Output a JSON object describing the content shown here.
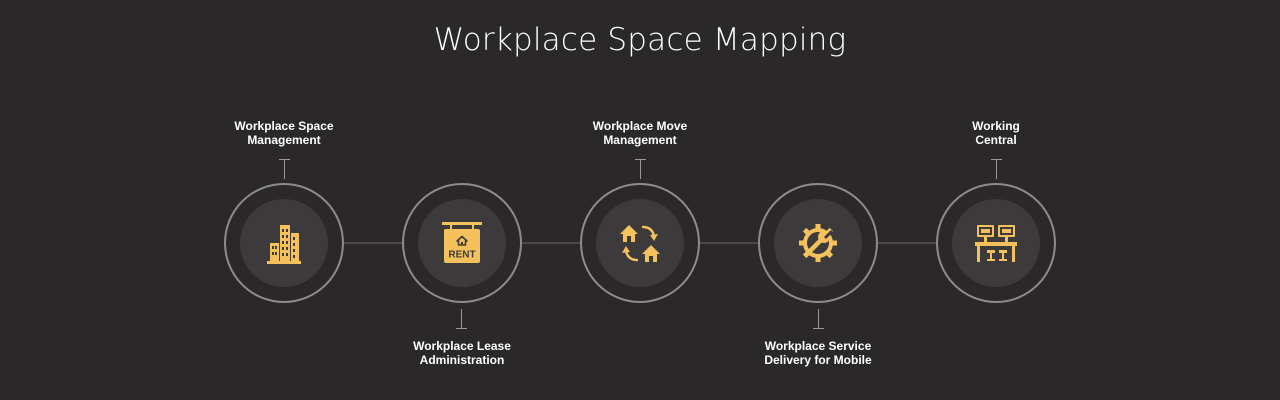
{
  "title": "Workplace Space Mapping",
  "accent_color": "#f5c15c",
  "steps": [
    {
      "icon": "buildings-icon",
      "label_lines": [
        "Workplace Space",
        "Management"
      ],
      "label_position": "top"
    },
    {
      "icon": "rent-sign-icon",
      "sign_text": "RENT",
      "label_lines": [
        "Workplace Lease",
        "Administration"
      ],
      "label_position": "bottom"
    },
    {
      "icon": "house-move-icon",
      "label_lines": [
        "Workplace Move",
        "Management"
      ],
      "label_position": "top"
    },
    {
      "icon": "gear-wrench-icon",
      "label_lines": [
        "Workplace Service",
        "Delivery for Mobile"
      ],
      "label_position": "bottom"
    },
    {
      "icon": "workstation-desks-icon",
      "label_lines": [
        "Working",
        "Central"
      ],
      "label_position": "top"
    }
  ]
}
